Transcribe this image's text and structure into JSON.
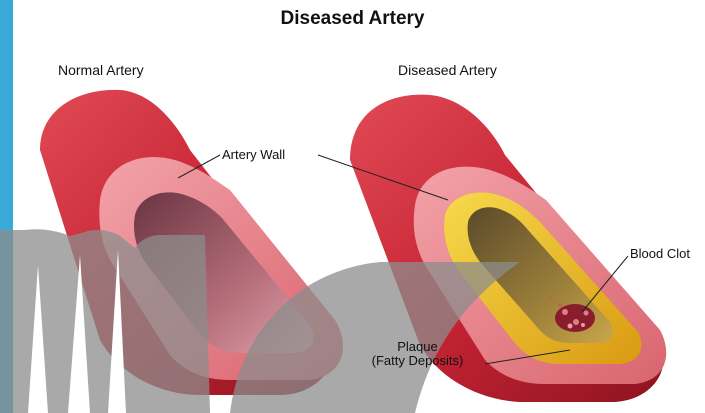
{
  "title": "Diseased Artery",
  "panels": {
    "normal": {
      "label": "Normal Artery"
    },
    "diseased": {
      "label": "Diseased Artery"
    }
  },
  "callouts": {
    "artery_wall": "Artery Wall",
    "blood_clot": "Blood Clot",
    "plaque_line1": "Plaque",
    "plaque_line2": "(Fatty Deposits)"
  },
  "colors": {
    "accent_bar": "#39a9d8",
    "artery_red": "#c8283a",
    "plaque_yellow": "#e8b21f"
  }
}
